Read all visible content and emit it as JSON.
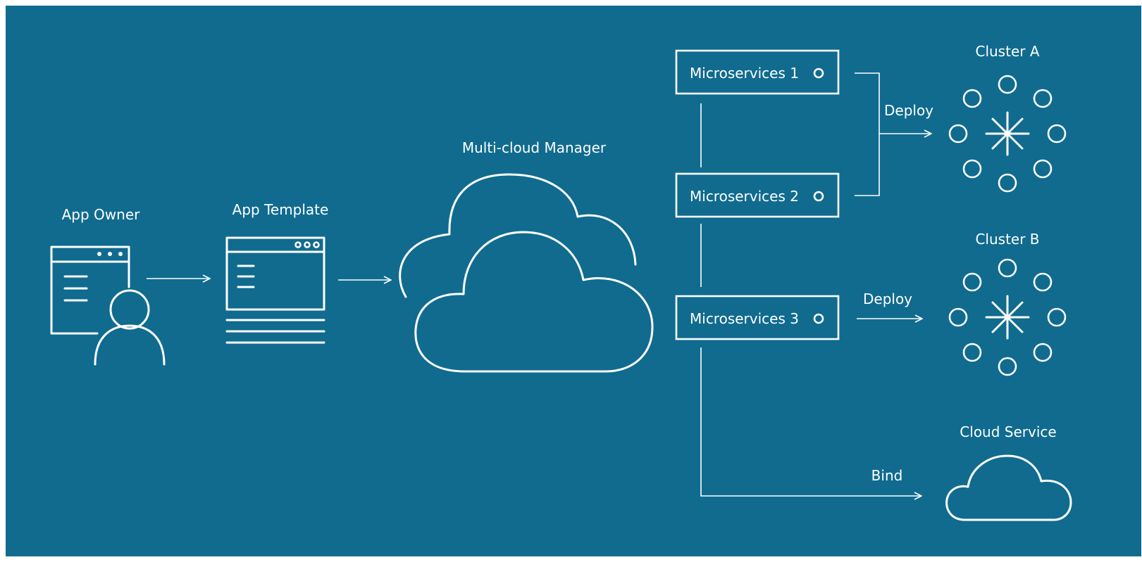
{
  "labels": {
    "app_owner": "App Owner",
    "app_template": "App Template",
    "manager": "Multi-cloud Manager",
    "microservices_1": "Microservices 1",
    "microservices_2": "Microservices 2",
    "microservices_3": "Microservices 3",
    "deploy_a": "Deploy",
    "deploy_b": "Deploy",
    "bind": "Bind",
    "cluster_a": "Cluster A",
    "cluster_b": "Cluster B",
    "cloud_service": "Cloud Service"
  },
  "colors": {
    "background": "#106b8f",
    "foreground": "#ffffff"
  }
}
